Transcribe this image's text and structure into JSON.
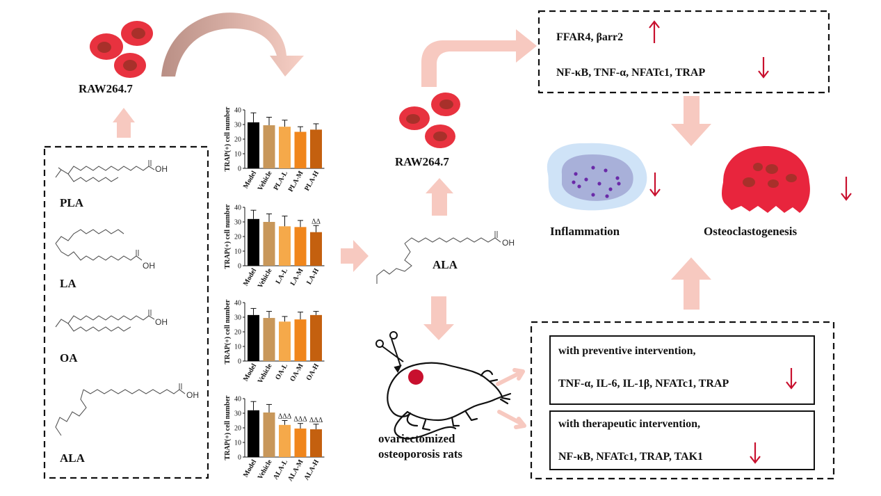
{
  "cells": {
    "top_label": "RAW264.7",
    "mid_label": "RAW264.7"
  },
  "acids": [
    {
      "name": "PLA"
    },
    {
      "name": "LA"
    },
    {
      "name": "OA"
    },
    {
      "name": "ALA"
    }
  ],
  "center_molecule": {
    "name": "ALA",
    "oh": "OH"
  },
  "chem_oh": "OH",
  "colors": {
    "cell_red": "#e8323f",
    "nucleus": "#a8302a",
    "arrow_pink": "#f7c9c0",
    "bar_model": "#000000",
    "bar_vehicle": "#c8975a",
    "bar_low": "#f5a94a",
    "bar_mid": "#f0861c",
    "bar_high": "#c4600f",
    "arrow_down_red": "#c8102e"
  },
  "chart_data": [
    {
      "type": "bar",
      "ylabel": "TRAP(+) cell number",
      "ylim": [
        0,
        40
      ],
      "yticks": [
        "0",
        "10",
        "20",
        "30",
        "40"
      ],
      "categories": [
        "Model",
        "Vehicle",
        "PLA-L",
        "PLA-M",
        "PLA-H"
      ],
      "values": [
        31.5,
        29.5,
        28.5,
        25,
        26.5
      ],
      "errors": [
        6.5,
        5.5,
        4.5,
        3.5,
        4
      ],
      "significance": [
        "",
        "",
        "",
        "",
        ""
      ]
    },
    {
      "type": "bar",
      "ylabel": "TRAP(+) cell number",
      "ylim": [
        0,
        40
      ],
      "yticks": [
        "0",
        "10",
        "20",
        "30",
        "40"
      ],
      "categories": [
        "Model",
        "Vehicle",
        "LA-L",
        "LA-M",
        "LA-H"
      ],
      "values": [
        32,
        30,
        27,
        26.5,
        23
      ],
      "errors": [
        6,
        5.5,
        7,
        4.5,
        4.5
      ],
      "significance": [
        "",
        "",
        "",
        "",
        "ΔΔ"
      ]
    },
    {
      "type": "bar",
      "ylabel": "TRAP(+) cell number",
      "ylim": [
        0,
        40
      ],
      "yticks": [
        "0",
        "10",
        "20",
        "30",
        "40"
      ],
      "categories": [
        "Model",
        "Vehicle",
        "OA-L",
        "OA-M",
        "OA-H"
      ],
      "values": [
        31.5,
        29.5,
        27,
        28.5,
        31.5
      ],
      "errors": [
        4.5,
        4.5,
        3.5,
        5,
        2.5
      ],
      "significance": [
        "",
        "",
        "",
        "",
        ""
      ]
    },
    {
      "type": "bar",
      "ylabel": "TRAP(+) cell number",
      "ylim": [
        0,
        40
      ],
      "yticks": [
        "0",
        "10",
        "20",
        "30",
        "40"
      ],
      "categories": [
        "Model",
        "Vehicle",
        "ALA-L",
        "ALA-M",
        "ALA-H"
      ],
      "values": [
        32,
        30.5,
        22,
        19.5,
        19
      ],
      "errors": [
        6,
        5.5,
        3,
        3.5,
        3.5
      ],
      "significance": [
        "",
        "",
        "ΔΔΔ",
        "ΔΔΔ",
        "ΔΔΔ"
      ]
    }
  ],
  "invitro_box": {
    "line1": "FFAR4, βarr2",
    "line2": "NF-κB, TNF-α, NFATc1, TRAP"
  },
  "outcomes": {
    "inflammation": "Inflammation",
    "osteoclastogenesis": "Osteoclastogenesis"
  },
  "rat_label": {
    "line1": "ovariectomized",
    "line2": "osteoporosis rats"
  },
  "invivo_box": {
    "preventive_title": "with preventive intervention,",
    "preventive_markers": "TNF-α, IL-6, IL-1β, NFATc1, TRAP",
    "therapeutic_title": "with therapeutic intervention,",
    "therapeutic_markers": "NF-κB, NFATc1, TRAP, TAK1"
  },
  "icons": {
    "up": "up-arrow-icon",
    "down": "down-arrow-icon",
    "scissors": "scissors-icon",
    "rat": "rat-icon"
  }
}
